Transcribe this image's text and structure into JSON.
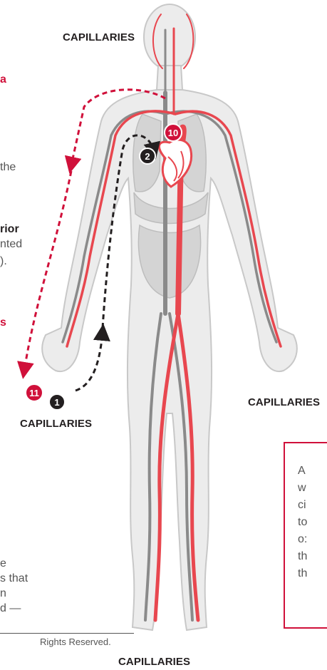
{
  "labels": {
    "capillaries_top": "CAPILLARIES",
    "capillaries_left": "CAPILLARIES",
    "capillaries_right": "CAPILLARIES",
    "capillaries_bottom": "CAPILLARIES"
  },
  "markers": {
    "m1": "1",
    "m2": "2",
    "m10": "10",
    "m11": "11"
  },
  "left_column": {
    "red_a": "a",
    "the": "the",
    "rior": "rior",
    "nted": "nted",
    "paren": ").",
    "red_s": "s",
    "e": "e",
    "s_that": "s that",
    "n": "n",
    "d_dash": "d —"
  },
  "callout": {
    "lines": [
      "A",
      "w",
      "ci",
      "to",
      "o:",
      "th",
      "th"
    ]
  },
  "footer": {
    "copyright": "Rights Reserved."
  },
  "colors": {
    "artery": "#e8474f",
    "vein": "#8a8a8a",
    "accent": "#d0103a",
    "marker_dark": "#231f20",
    "body_fill": "#e6e6e6"
  }
}
